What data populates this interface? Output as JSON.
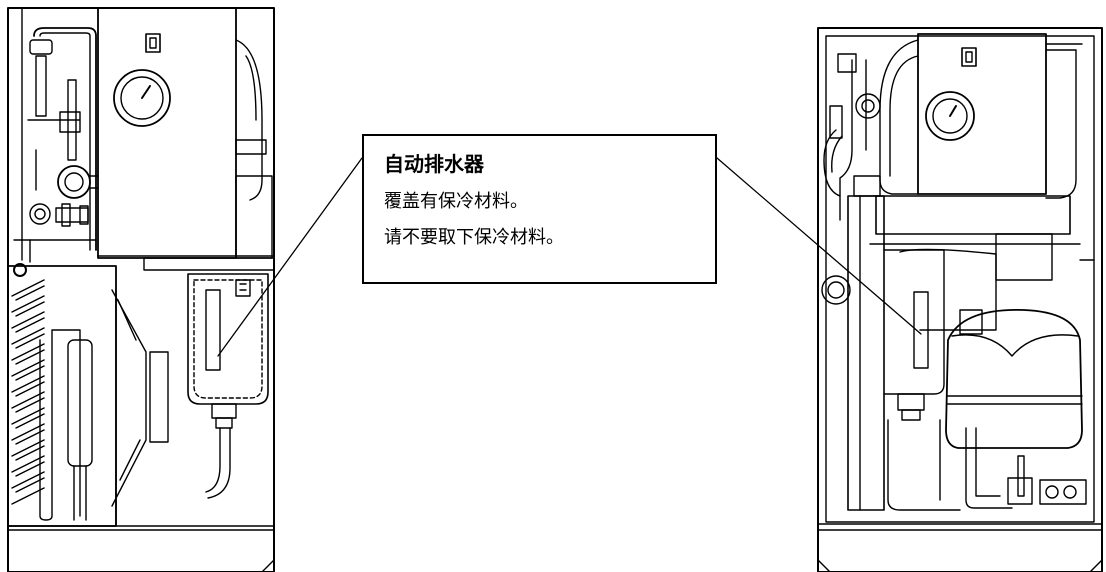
{
  "callout": {
    "title": "自动排水器",
    "lines": [
      "覆盖有保冷材料。",
      "请不要取下保冷材料。"
    ]
  },
  "colors": {
    "stroke": "#000000",
    "background": "#ffffff"
  },
  "components": {
    "left_unit": [
      "switch",
      "pressure-gauge",
      "fan",
      "condenser",
      "auto-drain"
    ],
    "right_unit": [
      "switch",
      "pressure-gauge",
      "compressor",
      "auto-drain"
    ]
  }
}
